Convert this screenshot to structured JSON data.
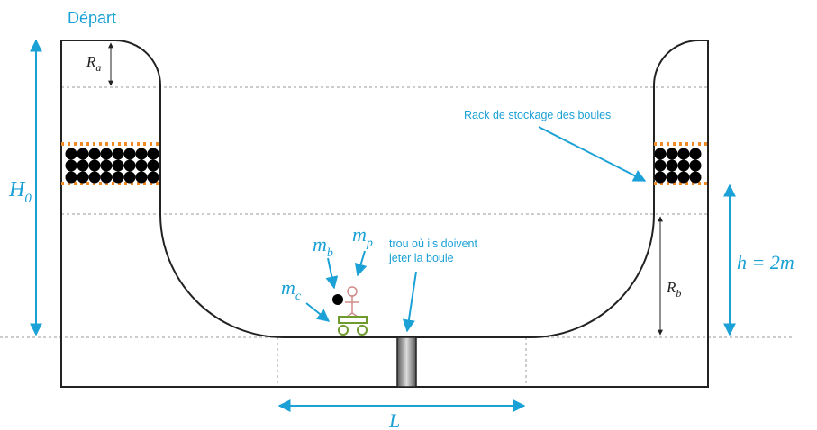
{
  "labels": {
    "start": "Départ",
    "ra": "R",
    "ra_sub": "a",
    "rb": "R",
    "rb_sub": "b",
    "h0": "H",
    "h0_sub": "0",
    "h_eq": "h = 2m",
    "mb": "m",
    "mb_sub": "b",
    "mp": "m",
    "mp_sub": "p",
    "mc": "m",
    "mc_sub": "c",
    "length": "L",
    "rack_note": "Rack de stockage des boules",
    "hole_note_line1": "trou où ils doivent",
    "hole_note_line2": "jeter la boule"
  },
  "colors": {
    "accent": "#1ba1d6",
    "outline": "#222222",
    "dots": "#f08a24",
    "ball": "#000000",
    "cart": "#6f9a2e",
    "person": "#d08a8a"
  }
}
